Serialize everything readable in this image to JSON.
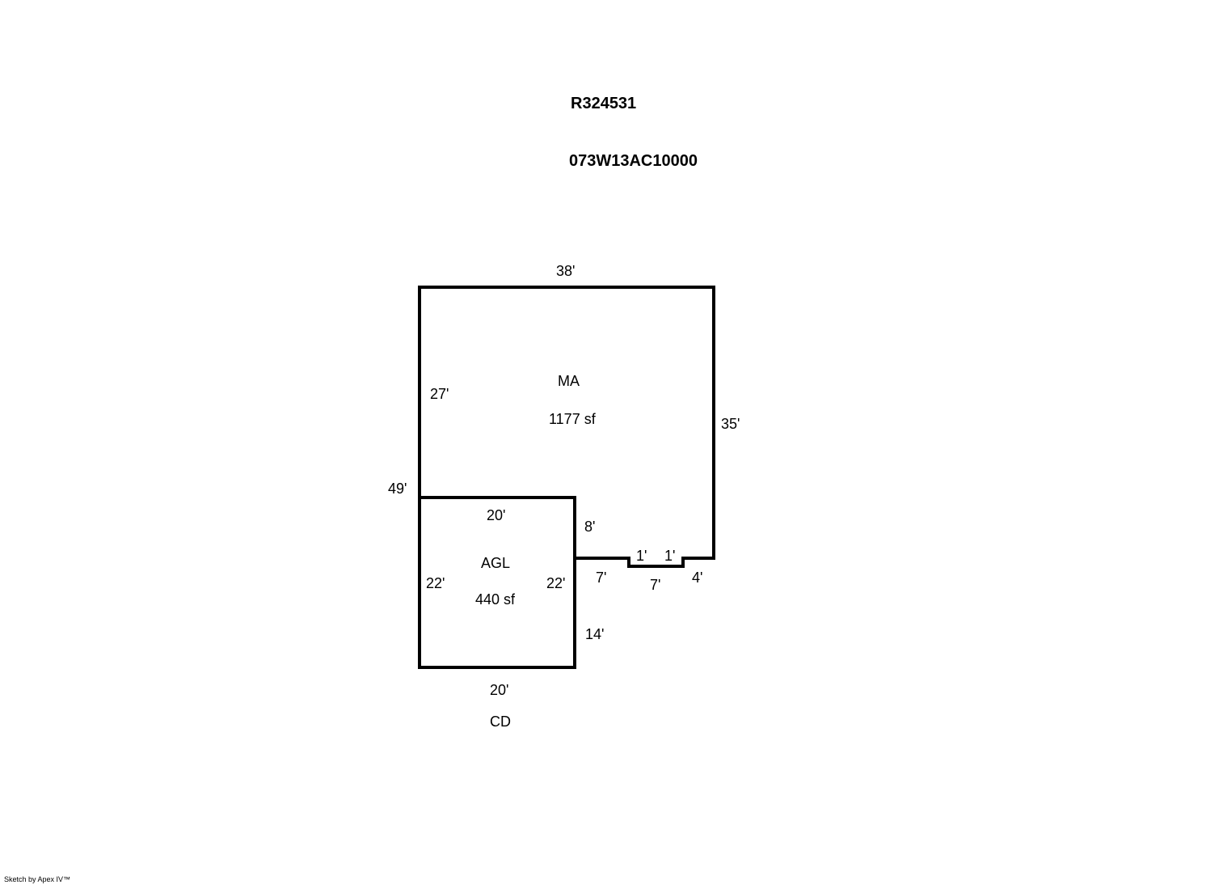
{
  "header": {
    "account_id": "R324531",
    "parcel_id": "073W13AC10000"
  },
  "areas": [
    {
      "code": "MA",
      "area": "1177 sf"
    },
    {
      "code": "AGL",
      "area": "440 sf"
    }
  ],
  "dimensions": {
    "ma_top": "38'",
    "ma_left_upper": "27'",
    "ma_right": "35'",
    "ma_left_total": "49'",
    "notch_left_rise": "8'",
    "notch_bottom_left": "7'",
    "notch_drop_left": "1'",
    "notch_drop_right": "1'",
    "notch_bottom": "7'",
    "notch_bottom_right": "4'",
    "agl_right_lower": "14'",
    "agl_top": "20'",
    "agl_left": "22'",
    "agl_right": "22'",
    "agl_bottom": "20'"
  },
  "labels": {
    "cd": "CD"
  },
  "footer": {
    "credit": "Sketch by Apex IV™"
  }
}
